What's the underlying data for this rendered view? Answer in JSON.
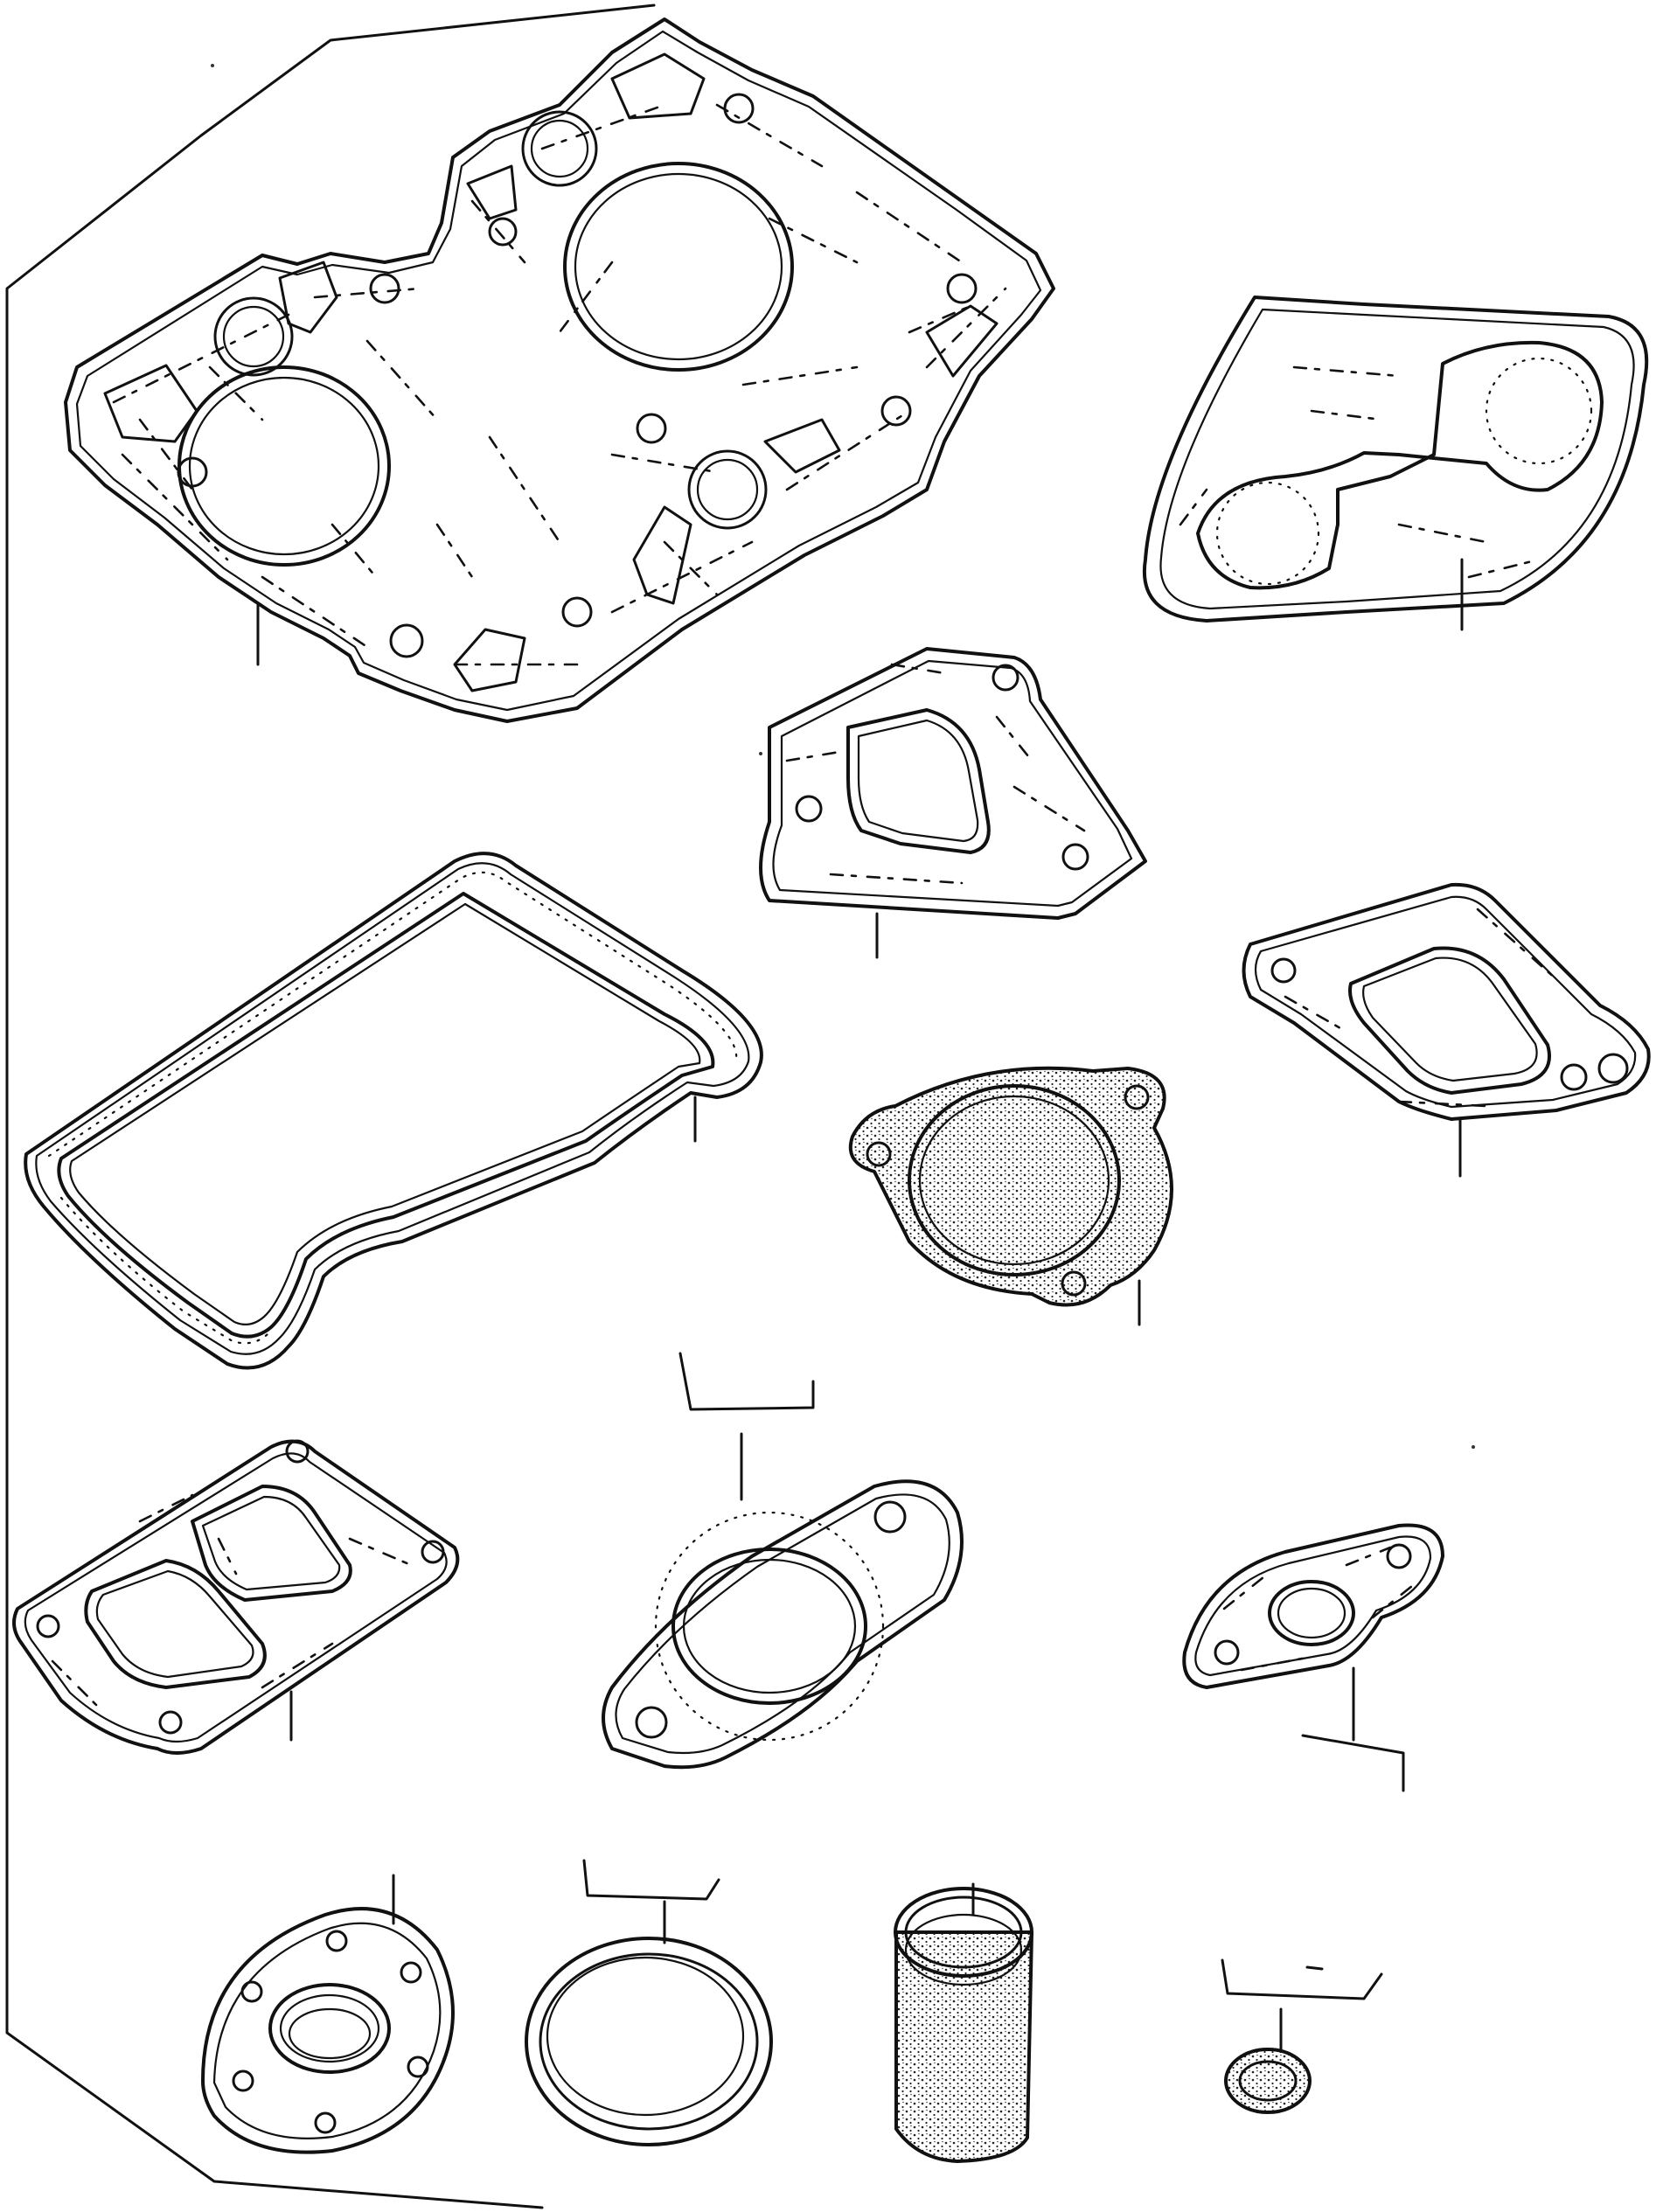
{
  "diagram": {
    "kind": "exploded parts illustration",
    "parts": [
      "cylinder-head-gasket",
      "oval-flange-gasket",
      "pointed-plate-gasket",
      "rocker-cover-gasket",
      "rectangular-port-gasket",
      "round-lug-gasket",
      "double-port-gasket",
      "two-bolt-round-gasket",
      "small-two-bolt-gasket",
      "six-hole-seal-plate",
      "o-ring",
      "cylindrical-sleeve",
      "small-washer"
    ]
  }
}
